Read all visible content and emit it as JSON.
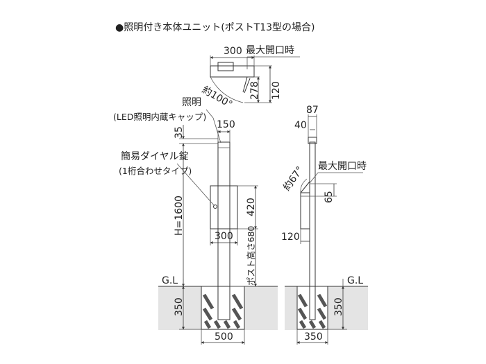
{
  "title": "●照明付き本体ユニット(ポストT13型の場合)",
  "top_view": {
    "width_label": "300",
    "max_open_label": "最大開口時",
    "angle_label": "約100°",
    "depth_inner_label": "278",
    "depth_outer_label": "120"
  },
  "front_view": {
    "light_label": "照明",
    "light_sub_label": "(LED照明内蔵キャップ)",
    "cap_height_label": "35",
    "post_width_label": "150",
    "lock_label": "簡易ダイヤル錠",
    "lock_sub_label": "(1桁合わせタイプ)",
    "height_label": "H=1600",
    "box_height_label": "420",
    "box_width_label": "300",
    "post_height_label": "ポスト高さ680",
    "gl_label": "G.L",
    "depth_label": "350",
    "footing_width_label": "500"
  },
  "side_view": {
    "top_width_label": "87",
    "post_width_label": "40",
    "max_open_label": "最大開口時",
    "angle_label": "約67°",
    "slot_label": "65",
    "depth_label": "120",
    "gl_label": "G.L",
    "embed_label": "350",
    "footing_width_label": "350"
  }
}
